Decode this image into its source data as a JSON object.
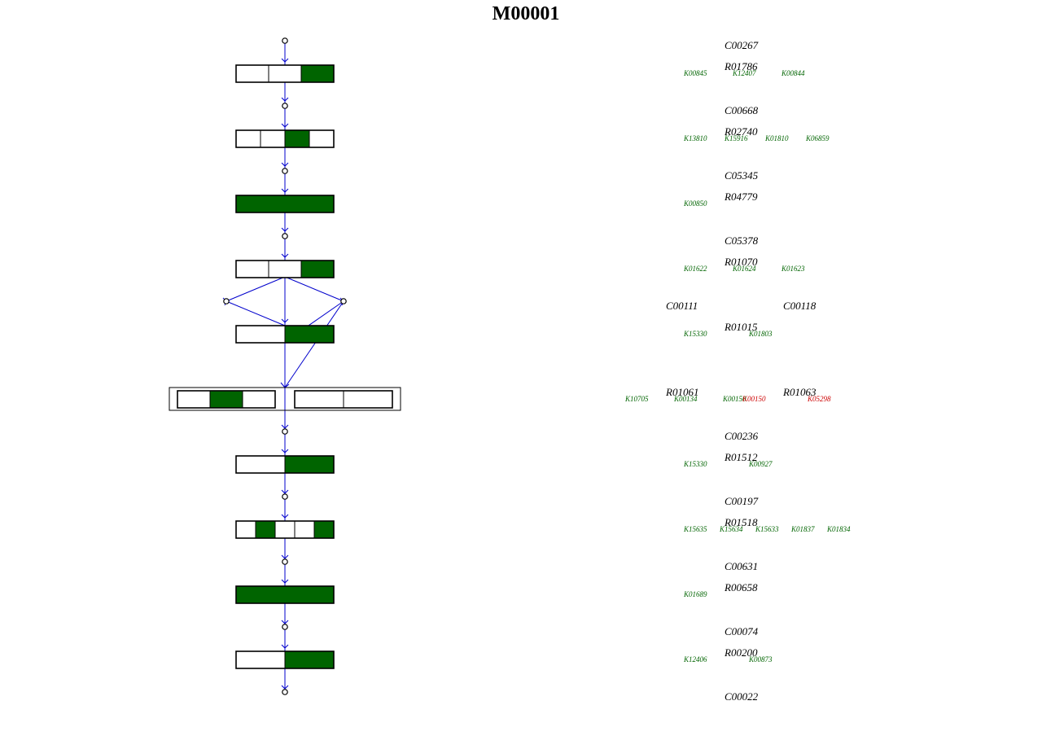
{
  "title": "M00001",
  "colors": {
    "filled": "#006400",
    "ko_present": "#006400",
    "ko_missing": "#cc0000",
    "edge": "#0000cc"
  },
  "compounds": {
    "c1": "C00267",
    "c2": "C00668",
    "c3": "C05345",
    "c4": "C05378",
    "c5a": "C00111",
    "c5b": "C00118",
    "c6": "C00236",
    "c7": "C00197",
    "c8": "C00631",
    "c9": "C00074",
    "c10": "C00022"
  },
  "steps": [
    {
      "reaction": "R01786",
      "kos": [
        "K00845",
        "K12407",
        "K00844"
      ],
      "ko_status": [
        "present",
        "present",
        "present"
      ],
      "fill": [
        false,
        false,
        true
      ]
    },
    {
      "reaction": "R02740",
      "kos": [
        "K13810",
        "K15916",
        "K01810",
        "K06859"
      ],
      "ko_status": [
        "present",
        "present",
        "present",
        "present"
      ],
      "fill": [
        false,
        false,
        true,
        false
      ]
    },
    {
      "reaction": "R04779",
      "kos": [
        "K00850"
      ],
      "ko_status": [
        "present"
      ],
      "fill": [
        true
      ]
    },
    {
      "reaction": "R01070",
      "kos": [
        "K01622",
        "K01624",
        "K01623"
      ],
      "ko_status": [
        "present",
        "present",
        "present"
      ],
      "fill": [
        false,
        false,
        true
      ]
    },
    {
      "reaction": "R01015",
      "kos": [
        "K15330",
        "K01803"
      ],
      "ko_status": [
        "present",
        "present"
      ],
      "fill": [
        false,
        true
      ]
    },
    {
      "reaction": "R01512",
      "kos": [
        "K15330",
        "K00927"
      ],
      "ko_status": [
        "present",
        "present"
      ],
      "fill": [
        false,
        true
      ]
    },
    {
      "reaction": "R01518",
      "kos": [
        "K15635",
        "K15634",
        "K15633",
        "K01837",
        "K01834"
      ],
      "ko_status": [
        "present",
        "present",
        "present",
        "present",
        "present"
      ],
      "fill": [
        false,
        true,
        false,
        false,
        true
      ]
    },
    {
      "reaction": "R00658",
      "kos": [
        "K01689"
      ],
      "ko_status": [
        "present"
      ],
      "fill": [
        true
      ]
    },
    {
      "reaction": "R00200",
      "kos": [
        "K12406",
        "K00873"
      ],
      "ko_status": [
        "present",
        "present"
      ],
      "fill": [
        false,
        true
      ]
    }
  ],
  "complex_step": {
    "reactions": [
      "R01061",
      "R01063"
    ],
    "left_kos": [
      "K10705",
      "K00134",
      "K00150"
    ],
    "left_ko_status": [
      "present",
      "present",
      "present"
    ],
    "left_fill": [
      false,
      true,
      false
    ],
    "right_kos": [
      "K00150",
      "K05298"
    ],
    "right_ko_status": [
      "missing",
      "missing"
    ],
    "right_fill": [
      false,
      false
    ]
  }
}
